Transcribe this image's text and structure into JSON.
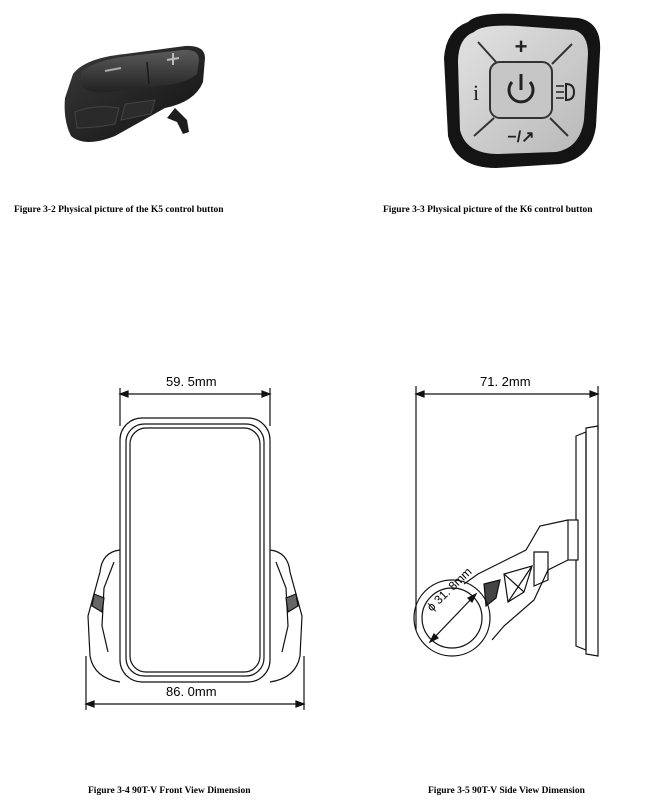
{
  "figures": [
    {
      "id": "3-2",
      "caption": "Figure 3-2 Physical picture of the K5 control button"
    },
    {
      "id": "3-3",
      "caption": "Figure 3-3 Physical picture of the K6 control button",
      "button_labels": {
        "plus": "+",
        "info": "i",
        "minus_walk": "−/↗"
      }
    },
    {
      "id": "3-4",
      "caption": "Figure 3-4 90T-V Front View Dimension",
      "dim_top": "59. 5mm",
      "dim_bottom": "86. 0mm"
    },
    {
      "id": "3-5",
      "caption": "Figure 3-5 90T-V Side View Dimension",
      "dim_top": "71. 2mm",
      "dim_clamp": "ϕ 31. 8mm"
    }
  ]
}
